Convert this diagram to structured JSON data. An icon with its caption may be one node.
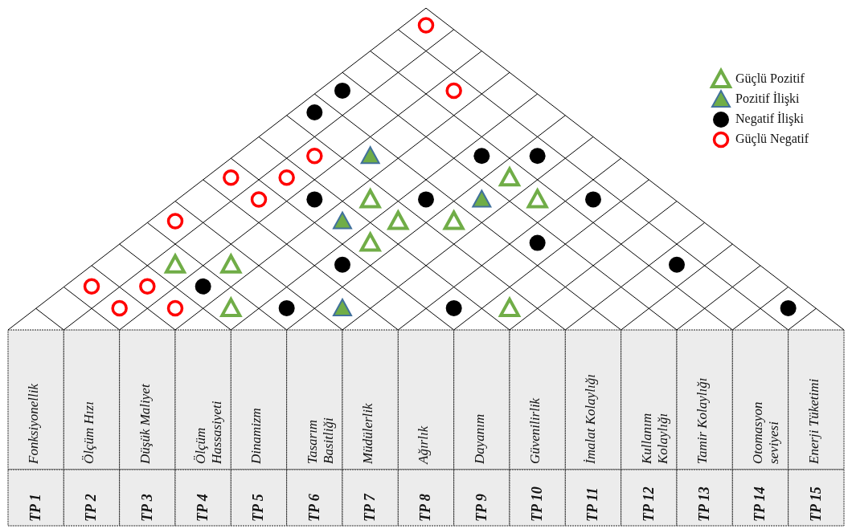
{
  "diagram": {
    "labels": [
      "Fonksiyonellik",
      "Ölçüm Hızı",
      "Düşük Maliyet",
      "Ölçüm Hassasiyeti",
      "Dinamizm",
      "Tasarım Basitliği",
      "Müdülerlik",
      "Ağırlık",
      "Dayanım",
      "Güvenilirlik",
      "İmalat Kolaylığı",
      "Kullanım Kolaylığı",
      "Tamir Kolaylığı",
      "Otomasyon seviyesi",
      "Enerji Tüketimi",
      "TP 1",
      "TP 2",
      "TP 3",
      "TP 4",
      "TP 5",
      "TP 6",
      "TP 7",
      "TP 8",
      "TP 9",
      "TP 10",
      "TP 11",
      "TP 12",
      "TP 13",
      "TP 14",
      "TP 15"
    ],
    "legend": [
      {
        "text": "Güçlü Pozitif"
      },
      {
        "text": "Pozitif İlişki"
      },
      {
        "text": "Negatif İlişki"
      },
      {
        "text": "Güçlü Negatif"
      }
    ]
  }
}
